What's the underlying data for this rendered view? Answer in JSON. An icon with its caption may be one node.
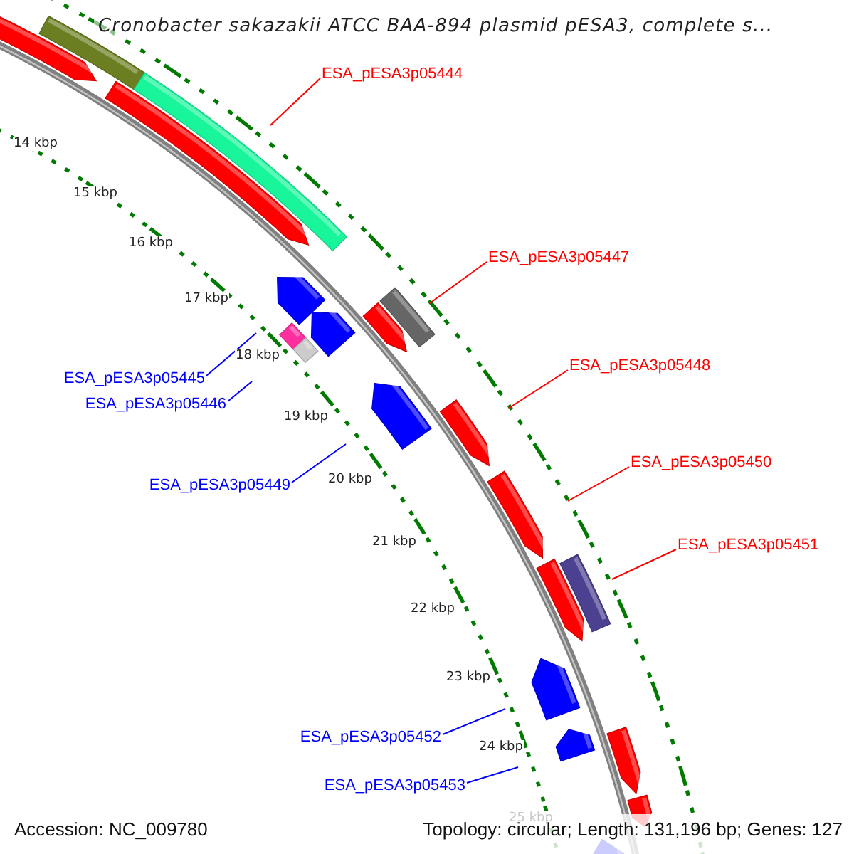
{
  "diagram": {
    "title": "Cronobacter sakazakii ATCC BAA-894 plasmid pESA3, complete s...",
    "nodes": [
      {
        "text": [
          "ESA_pESA3p05444"
        ]
      },
      {
        "text": [
          "ESA_pESA3p05447"
        ]
      },
      {
        "text": [
          "ESA_pESA3p05448"
        ]
      },
      {
        "text": [
          "ESA_pESA3p05445"
        ]
      },
      {
        "text": [
          "ESA_pESA3p05446"
        ]
      },
      {
        "text": [
          "ESA_pESA3p05450"
        ]
      },
      {
        "text": [
          "ESA_pESA3p05449"
        ]
      },
      {
        "text": [
          "ESA_pESA3p05451"
        ]
      },
      {
        "text": [
          "ESA_pESA3p05452"
        ]
      },
      {
        "text": [
          "ESA_pESA3p05453"
        ]
      }
    ],
    "edges": [
      {
        "from": 0,
        "to": null,
        "arrow": "none",
        "color": "#ff0000"
      },
      {
        "from": 1,
        "to": null,
        "arrow": "none",
        "color": "#ff0000"
      },
      {
        "from": 2,
        "to": null,
        "arrow": "none",
        "color": "#ff0000"
      },
      {
        "from": 3,
        "to": null,
        "arrow": "none",
        "color": "#0000ff"
      },
      {
        "from": 4,
        "to": null,
        "arrow": "none",
        "color": "#0000ff"
      },
      {
        "from": 5,
        "to": null,
        "arrow": "none",
        "color": "#ff0000"
      },
      {
        "from": 6,
        "to": null,
        "arrow": "none",
        "color": "#0000ff"
      },
      {
        "from": 7,
        "to": null,
        "arrow": "none",
        "color": "#ff0000"
      },
      {
        "from": 8,
        "to": null,
        "arrow": "none",
        "color": "#0000ff"
      },
      {
        "from": 9,
        "to": null,
        "arrow": "none",
        "color": "#0000ff"
      }
    ],
    "labels": [
      "14 kbp",
      "15 kbp",
      "16 kbp",
      "17 kbp",
      "18 kbp",
      "19 kbp",
      "20 kbp",
      "21 kbp",
      "22 kbp",
      "23 kbp",
      "24 kbp",
      "25 kbp",
      "Accession: NC_009780",
      "Topology: circular; Length: 131,196 bp; Genes: 127"
    ]
  }
}
